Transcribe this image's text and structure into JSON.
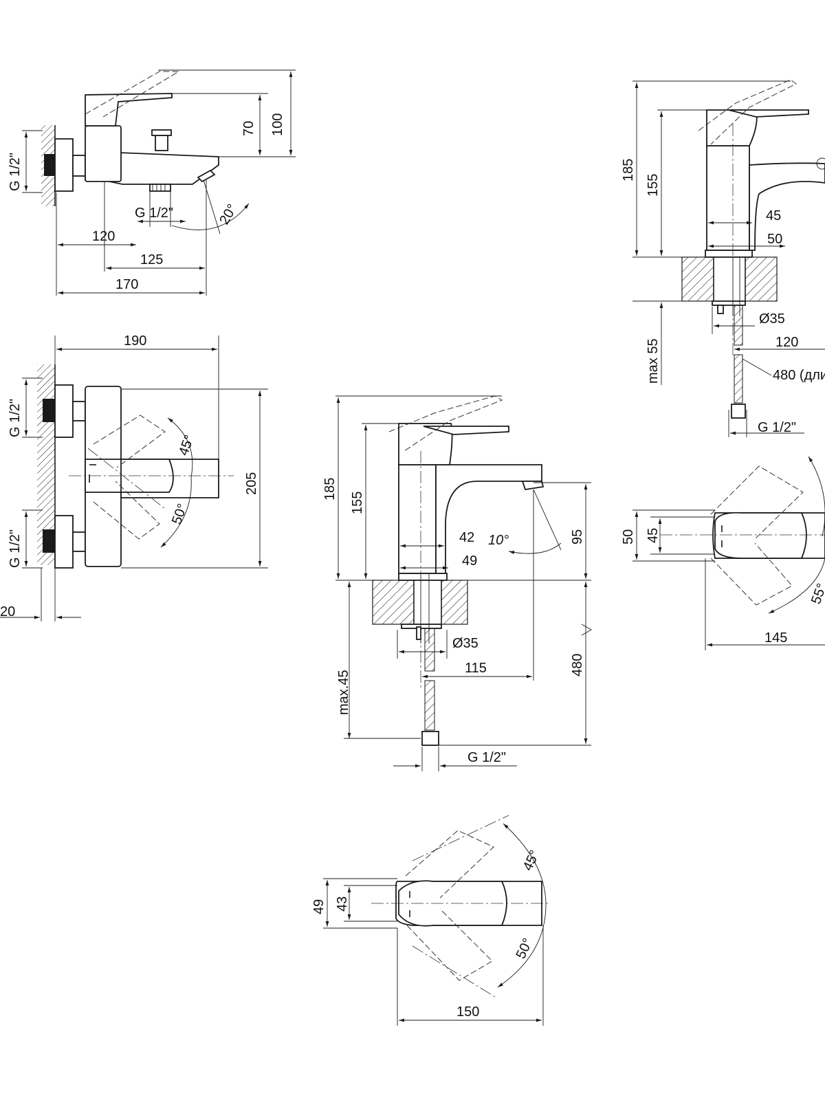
{
  "drawings": {
    "bath_mixer_side": {
      "dims": [
        "100",
        "70",
        "120",
        "125",
        "170",
        "20°"
      ],
      "threads": [
        "G 1/2\"",
        "G 1/2\""
      ]
    },
    "bath_mixer_front": {
      "dims": [
        "190",
        "205",
        "45°",
        "50°",
        "20"
      ],
      "threads": [
        "G 1/2\"",
        "G 1/2\""
      ]
    },
    "basin_mixer_side": {
      "dims": [
        "185",
        "155",
        "42",
        "10°",
        "49",
        "95",
        "Ø35",
        "115",
        "480",
        "max.45"
      ],
      "threads": [
        "G 1/2\""
      ]
    },
    "basin_mixer_top": {
      "dims": [
        "49",
        "43",
        "45°",
        "50°",
        "150"
      ]
    },
    "bidet_mixer_side": {
      "dims": [
        "185",
        "155",
        "45",
        "50",
        "Ø35",
        "120",
        "max 55",
        "480 (дли"
      ],
      "threads": [
        "G 1/2\""
      ]
    },
    "bidet_mixer_top": {
      "dims": [
        "50",
        "45",
        "55°",
        "145"
      ]
    }
  },
  "colors": {
    "line": "#1a1a1a",
    "background": "#ffffff"
  }
}
